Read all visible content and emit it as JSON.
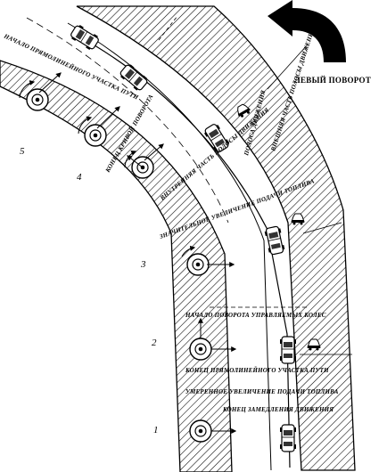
{
  "title": "ЛЕВЫЙ ПОВОРОТ",
  "labels": {
    "start_straight": "НАЧАЛО ПРЯМОЛИНЕЙНОГО УЧАСТКА ПУТИ",
    "end_curve": "КОНЕЦ КРИВОЙ ПОВОРОТА",
    "inner_lane": "ВНУТРЕННЯЯ ЧАСТЬ ПОЛОСЫ ДВИЖЕНИЯ",
    "lane": "ПОЛОСА ДВИЖЕНИЯ",
    "outer_lane": "ВНЕШНЯЯ ЧАСТЬ ПОЛОСЫ ДВИЖЕНИЯ",
    "big_fuel": "ЗНАЧИТЕЛЬНОЕ УВЕЛИЧЕНИЕ ПОДАЧИ ТОПЛИВА",
    "steer_start": "НАЧАЛО ПОВОРОТА УПРАВЛЯЕМЫХ КОЛЕС",
    "end_straight": "КОНЕЦ ПРЯМОЛИНЕЙНОГО УЧАСТКА ПУТИ",
    "moderate_fuel": "УМЕРЕННОЕ УВЕЛИЧЕНИЕ ПОДАЧИ ТОПЛИВА",
    "end_brake": "КОНЕЦ ЗАМЕДЛЕНИЯ ДВИЖЕНИЯ"
  },
  "stage_numbers": [
    "1",
    "2",
    "3",
    "4",
    "5"
  ],
  "icons": [
    "left-turn-arrow-icon",
    "steering-wheel-icon",
    "car-icon"
  ]
}
